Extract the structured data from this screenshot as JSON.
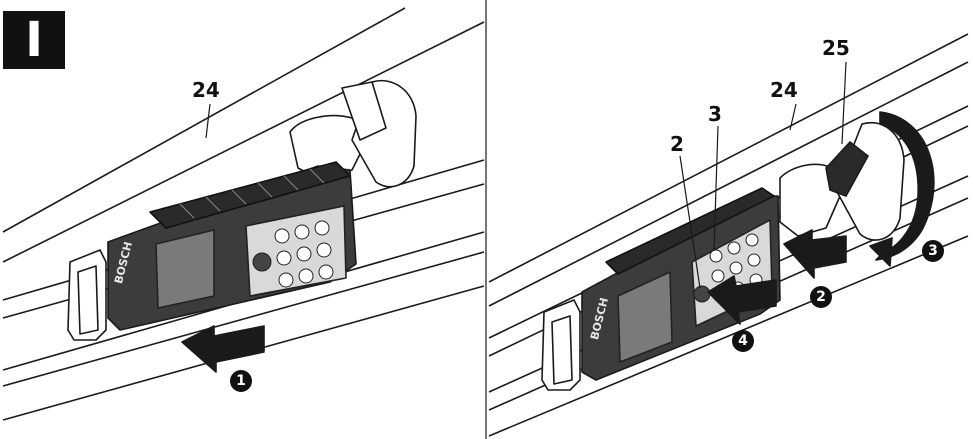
{
  "figure": {
    "tag": "I"
  },
  "left_panel": {
    "callouts": [
      "24"
    ],
    "steps": [
      "1"
    ],
    "brand": "BOSCH"
  },
  "right_panel": {
    "callouts": [
      "25",
      "24",
      "3",
      "2"
    ],
    "steps": [
      "2",
      "3",
      "4"
    ],
    "brand": "BOSCH"
  },
  "icons": {
    "push_arrow": "push-arrow-icon",
    "rotate_arrow": "rotate-arrow-icon"
  },
  "colors": {
    "line": "#1a1a1a",
    "device_body": "#3c3c3c",
    "device_dark": "#2a2a2a",
    "screen": "#7a7a7a",
    "keypad": "#d9d9d9",
    "background": "#ffffff"
  }
}
